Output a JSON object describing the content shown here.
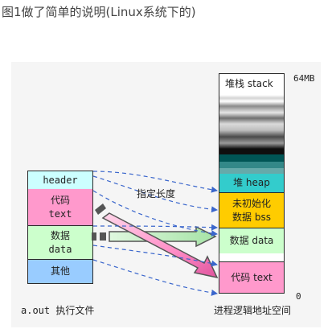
{
  "caption": "图1做了简单的说明(Linux系统下的)",
  "aout": {
    "title": "a.out 执行文件",
    "segments": [
      {
        "line1": "header",
        "line2": "",
        "color": "#ccffff"
      },
      {
        "line1": "代码",
        "line2": "text",
        "color": "#ff99cc"
      },
      {
        "line1": "数据",
        "line2": "data",
        "color": "#ccffcc"
      },
      {
        "line1": "其他",
        "line2": "",
        "color": "#99ccff"
      }
    ]
  },
  "address_space": {
    "title": "进程逻辑地址空间",
    "top_label": "64MB",
    "bottom_label": "0",
    "stack_label": "堆栈 stack",
    "heap_label": "堆 heap",
    "bss_line1": "未初始化",
    "bss_line2": "数据 bss",
    "data_label": "数据 data",
    "text_label": "代码 text",
    "colors": {
      "heap": "#33cccc",
      "bss": "#ffcc00",
      "data": "#ccffcc",
      "text": "#ff99cc",
      "stack_band": "#005555"
    }
  },
  "arrow_label": "指定长度"
}
